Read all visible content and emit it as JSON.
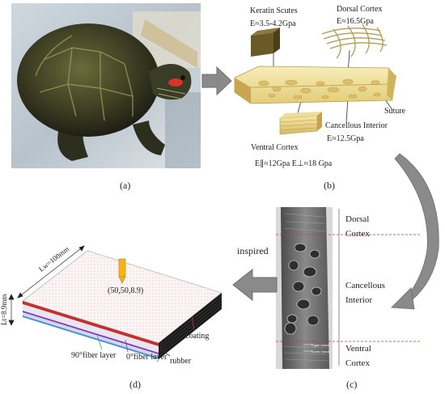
{
  "panel_a": {
    "caption": "(a)"
  },
  "panel_b": {
    "caption": "(b)",
    "keratin_scutes": {
      "name": "Keratin Scutes",
      "modulus": "E≈3.5-4.2Gpa"
    },
    "dorsal_cortex": {
      "name": "Dorsal Cortex",
      "modulus": "E≈16.5Gpa"
    },
    "suture": "Suture",
    "cancellous_interior": {
      "name": "Cancellous Interior",
      "modulus": "E≈12.5Gpa"
    },
    "ventral_cortex": {
      "name": "Ventral Cortex",
      "modulus": "E∥≈12Gpa E⊥≈18 Gpa"
    }
  },
  "panel_c": {
    "caption": "(c)",
    "labels": {
      "dorsal_1": "Dorsal",
      "dorsal_2": "Cortex",
      "cancellous_1": "Cancellous",
      "cancellous_2": "Interior",
      "ventral_1": "Ventral",
      "ventral_2": "Cortex",
      "upper_ventral": "Upper ventral",
      "lower_ventral": "Lower ventral"
    }
  },
  "panel_d": {
    "caption": "(d)",
    "inspired": "inspired",
    "length_label": "Lw=100mm",
    "thickness_label": "Lt=8.9mm",
    "impact_point": "(50,50,8.9)",
    "coating": "coating",
    "fiber_90": "90°fiber layer",
    "fiber_0": "0°fiber layer",
    "rubber": "rubber"
  },
  "colors": {
    "arrow": "#8a8a8a",
    "bone_light": "#f3e6a6",
    "bone_dark": "#cfae55",
    "coating_red": "#c4302b",
    "fiber_purple": "#7a3fb5",
    "fiber_blue": "#3f8fd6",
    "indenter": "#f2b417"
  }
}
